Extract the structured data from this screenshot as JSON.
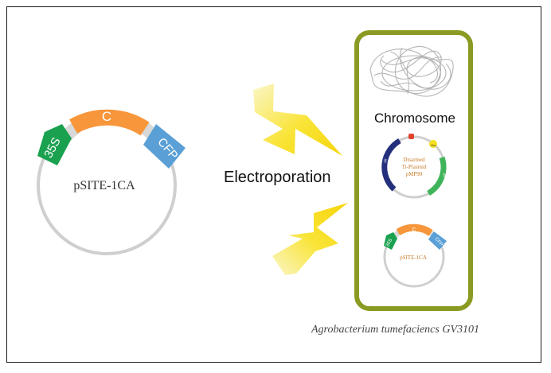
{
  "left_plasmid": {
    "name": "pSITE-1CA",
    "segments": {
      "promoter": "35S",
      "gene": "C",
      "tag": "CFP"
    }
  },
  "process_label": "Electroporation",
  "cell": {
    "chromosome_label": "Chromosome",
    "ti_plasmid": {
      "name_line1": "Disarmed",
      "name_line2": "Ti-Plasmid",
      "name_line3": "pMP90",
      "segments": {
        "vir": "vir",
        "ori": "ori",
        "gent": "Gm"
      }
    },
    "small_plasmid": {
      "name": "pSITE-1CA",
      "segments": {
        "promoter": "35S",
        "gene": "C",
        "tag": "CFP"
      }
    },
    "strain_caption": "Agrobacterium tumefaciencs GV3101"
  },
  "colors": {
    "backbone": "#cfcfcf",
    "gene_orange": "#f7963a",
    "promoter_green": "#1aa150",
    "tag_blue": "#5aa0d6",
    "cell_border": "#8b9a22",
    "bolt_yellow": "#f9dd1e",
    "vir_navy": "#25307d",
    "ori_green": "#3fb45a",
    "marker_red": "#e0432e",
    "marker_yellow": "#f2e01f",
    "chromosome_gray": "#b5b5b5"
  }
}
